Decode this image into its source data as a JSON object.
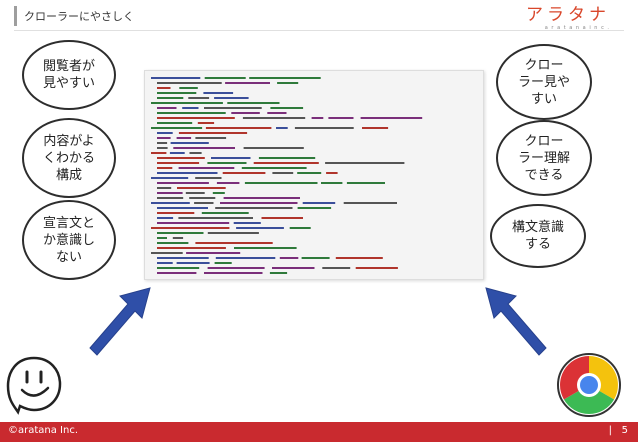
{
  "header": {
    "title": "クローラーにやさしく",
    "logo_text": "アラタナ",
    "logo_sub": "a r a t a n a  i n c ."
  },
  "bubbles": {
    "b1": "閲覧者が\n見やすい",
    "b2": "内容がよ\nくわかる\n構成",
    "b3": "宣言文と\nか意識し\nない",
    "b4": "クロー\nラー見や\nすい",
    "b5": "クロー\nラー理解\nできる",
    "b6": "構文意識\nする"
  },
  "colors": {
    "arrow": "#2f4fa8",
    "footer": "#c92a2f",
    "logo": "#d9472b"
  },
  "icons": {
    "mascot": "smiley-mascot-icon",
    "browser": "chrome-icon"
  },
  "footer": {
    "copyright": "©aratana Inc.",
    "separator": "|",
    "page_number": "5"
  }
}
